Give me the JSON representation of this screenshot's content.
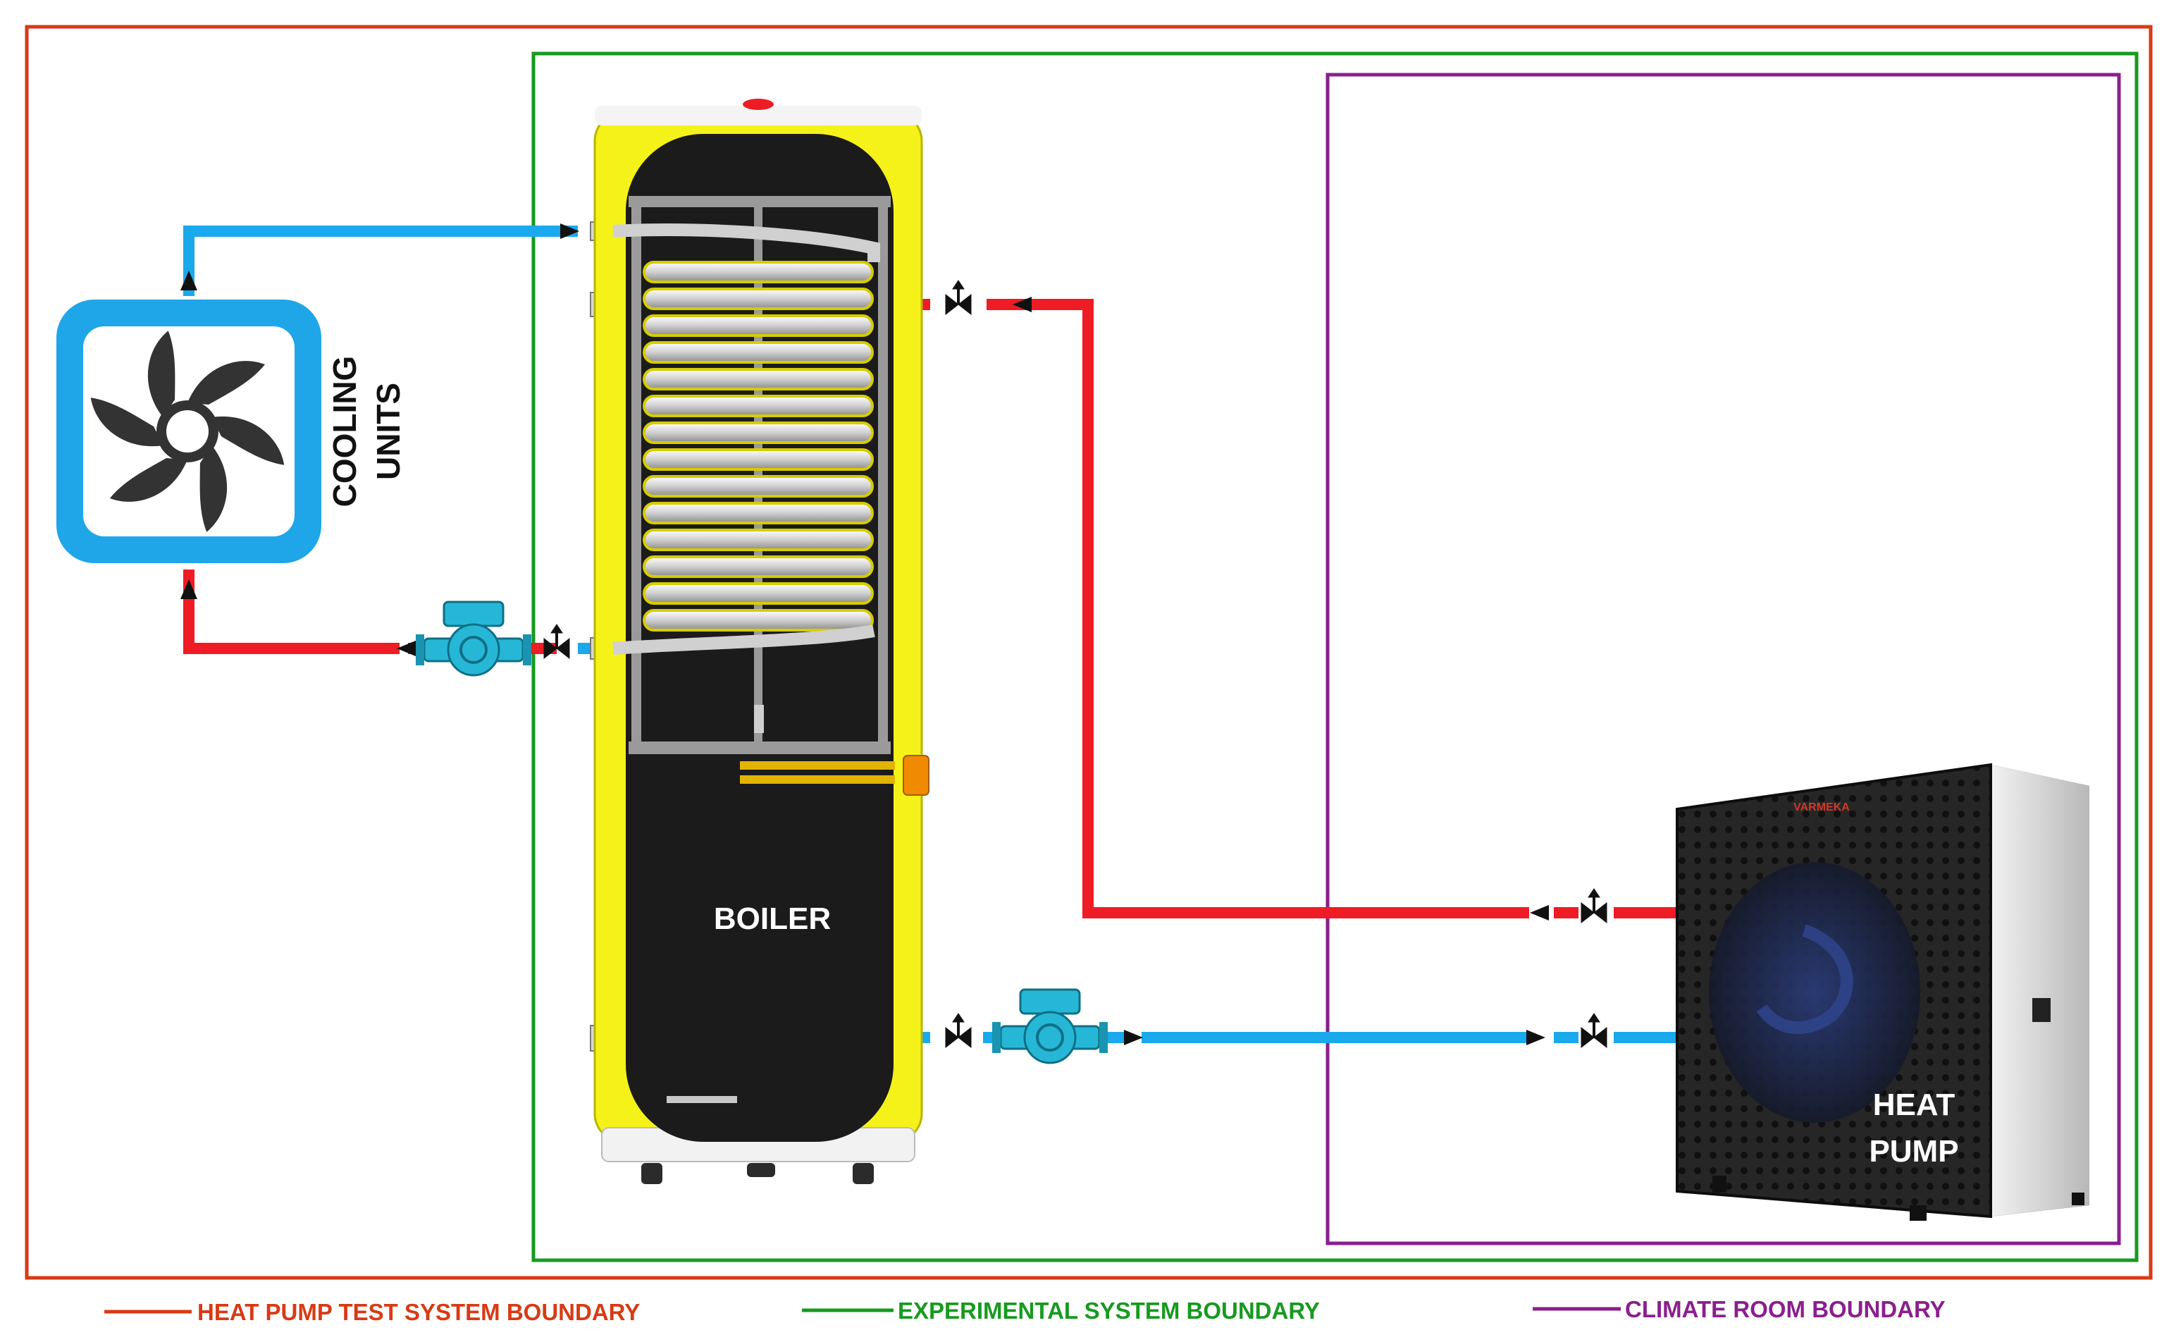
{
  "labels": {
    "cooling_units_line1": "COOLING",
    "cooling_units_line2": "UNITS",
    "boiler": "BOILER",
    "heat_pump_line1": "HEAT",
    "heat_pump_line2": "PUMP",
    "brand": "VARMEKA"
  },
  "legend": [
    {
      "text": "HEAT PUMP TEST SYSTEM BOUNDARY",
      "color": "#d83a14"
    },
    {
      "text": "EXPERIMENTAL SYSTEM BOUNDARY",
      "color": "#179a1f"
    },
    {
      "text": "CLIMATE ROOM BOUNDARY",
      "color": "#8a1f8e"
    }
  ],
  "colors": {
    "hot_pipe": "#ee1c24",
    "cold_pipe": "#19a9ec",
    "boiler_shell": "#f5f21a",
    "boiler_body": "#1b1b1b",
    "fan_frame": "#1fa6e8",
    "pump_body": "#26b7d6",
    "heat_pump_casing": "#1f1f1f"
  },
  "icons": [
    "fan-icon",
    "circulation-pump-icon",
    "valve-icon",
    "flow-arrow-icon"
  ]
}
